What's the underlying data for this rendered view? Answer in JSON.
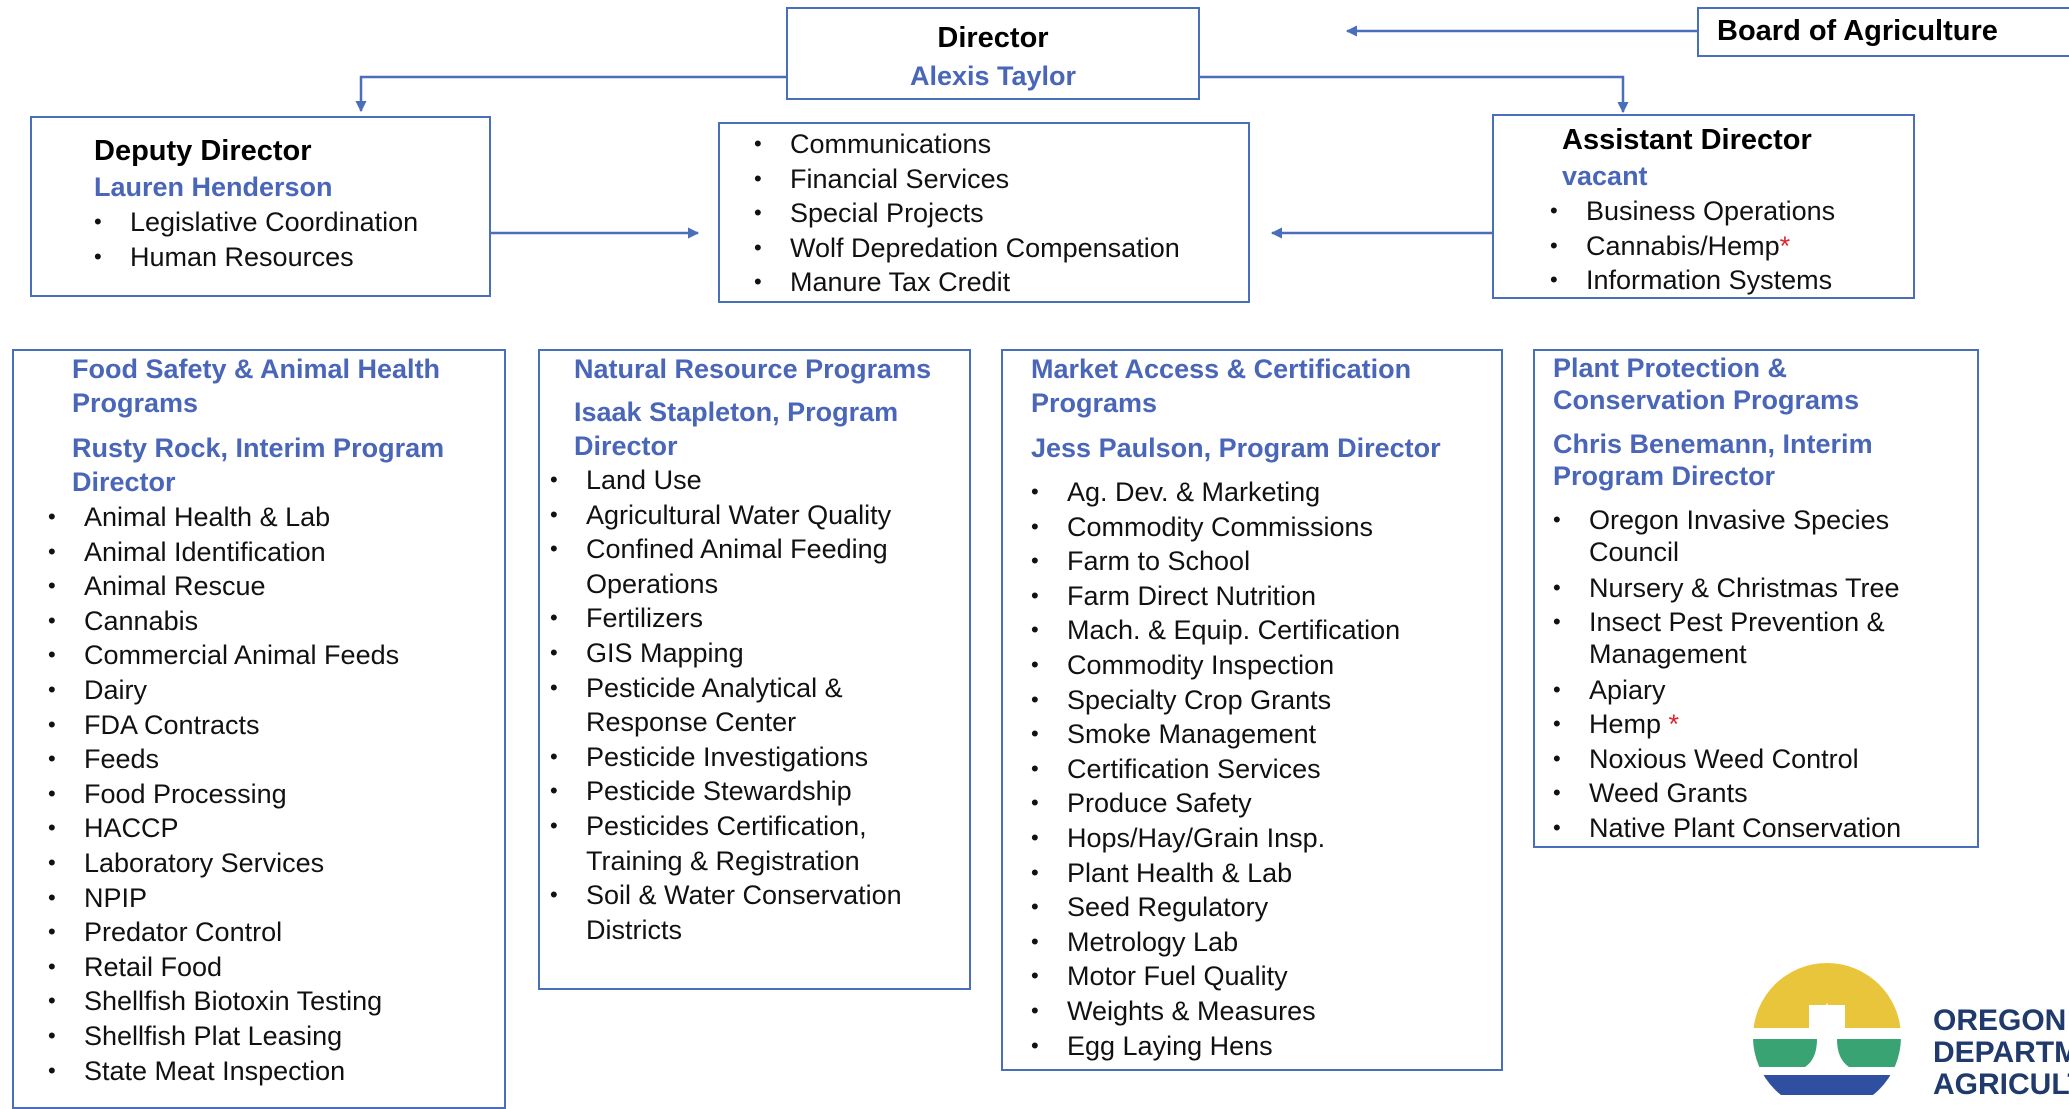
{
  "board": {
    "label": "Board of Agriculture"
  },
  "director": {
    "title": "Director",
    "name": "Alexis Taylor"
  },
  "director_office": {
    "items": [
      "Communications",
      "Financial Services",
      "Special Projects",
      "Wolf Depredation Compensation",
      "Manure Tax Credit"
    ]
  },
  "deputy": {
    "title": "Deputy Director",
    "name": "Lauren Henderson",
    "items": [
      "Legislative Coordination",
      "Human Resources"
    ]
  },
  "assistant": {
    "title": "Assistant Director",
    "name": "vacant",
    "items": [
      "Business Operations",
      "Cannabis/Hemp",
      "Information Systems"
    ],
    "star": "*"
  },
  "food_safety": {
    "program": "Food Safety & Animal Health Programs",
    "director": "Rusty Rock, Interim Program Director",
    "items": [
      "Animal Health & Lab",
      "Animal Identification",
      "Animal Rescue",
      "Cannabis",
      "Commercial Animal Feeds",
      "Dairy",
      "FDA Contracts",
      "Feeds",
      "Food Processing",
      "HACCP",
      "Laboratory Services",
      "NPIP",
      "Predator Control",
      "Retail Food",
      "Shellfish Biotoxin Testing",
      "Shellfish Plat Leasing",
      "State Meat Inspection"
    ]
  },
  "natural_resource": {
    "program": "Natural Resource Programs",
    "director": "Isaak Stapleton, Program Director",
    "items": [
      "Land Use",
      "Agricultural Water Quality",
      "Confined Animal Feeding Operations",
      "Fertilizers",
      "GIS Mapping",
      "Pesticide Analytical & Response Center",
      "Pesticide Investigations",
      "Pesticide Stewardship",
      "Pesticides Certification, Training & Registration",
      "Soil & Water Conservation Districts"
    ]
  },
  "market_access": {
    "program": "Market Access & Certification Programs",
    "director": "Jess Paulson, Program Director",
    "items": [
      "Ag. Dev. & Marketing",
      "Commodity Commissions",
      "Farm to School",
      "Farm Direct Nutrition",
      "Mach. & Equip. Certification",
      "Commodity Inspection",
      "Specialty Crop Grants",
      "Smoke Management",
      "Certification Services",
      "Produce Safety",
      "Hops/Hay/Grain Insp.",
      "Plant Health & Lab",
      "Seed Regulatory",
      "Metrology Lab",
      "Motor Fuel Quality",
      "Weights & Measures",
      "Egg Laying Hens"
    ]
  },
  "plant_protection": {
    "program": "Plant Protection & Conservation Programs",
    "director": "Chris Benemann, Interim Program Director",
    "items": [
      "Oregon Invasive Species Council",
      "Nursery & Christmas Tree",
      "Insect Pest Prevention & Management",
      "Apiary",
      "Hemp",
      "Noxious Weed Control",
      "Weed Grants",
      "Native Plant Conservation"
    ],
    "star": "*"
  },
  "logo": {
    "lines": [
      "OREGON",
      "DEPARTMENT",
      "AGRICULTURE"
    ],
    "colors": {
      "sun": "#e8c53a",
      "green": "#3aa374",
      "blue": "#2f4fa0"
    }
  },
  "colors": {
    "accent": "#4a66b8",
    "border": "#4a6fba",
    "star": "#e0242e"
  }
}
